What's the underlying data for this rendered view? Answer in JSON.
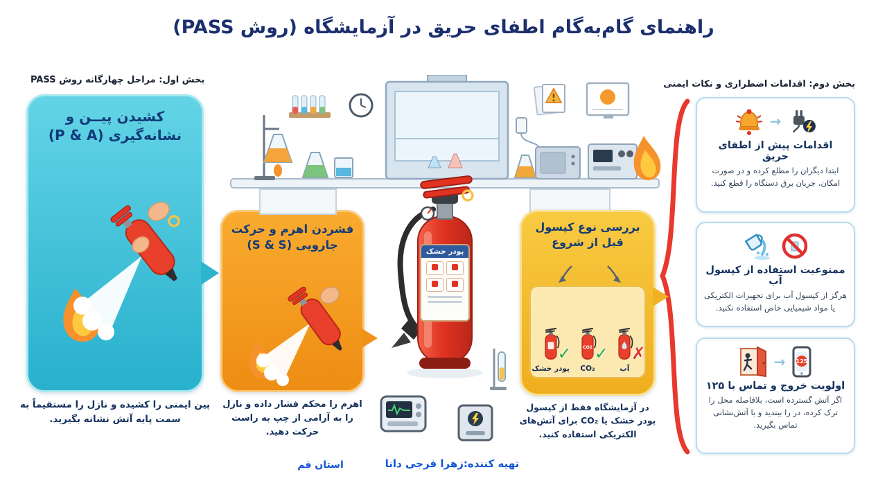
{
  "title": "راهنمای گام‌به‌گام اطفای حریق در آزمایشگاه (روش PASS)",
  "sections": {
    "first": "بخش اول: مراحل چهارگانه روش PASS",
    "second": "بخش دوم: اقدامات اضطراری و نکات ایمنی"
  },
  "pass_panels": {
    "pin": {
      "title_line1": "کشیدن پیــن و",
      "title_line2": "نشانه‌گیری (P & A)",
      "caption": "پین ایمنی را کشیده و نازل را مستقیماً به سمت پایه آتش نشانه بگیرید."
    },
    "squeeze": {
      "title_line1": "فشردن اهرم و حرکت",
      "title_line2": "جارویی (S & S)",
      "caption": "اهرم را محکم فشار داده و نازل را به آرامی از چپ به راست حرکت دهید."
    }
  },
  "check_panel": {
    "title_line1": "بررسی نوع کپسول",
    "title_line2": "قبل از شروع",
    "items": [
      {
        "label": "پودر خشک",
        "mark": "✓"
      },
      {
        "label": "CO₂",
        "mark": "✓",
        "body_label": "CO2"
      },
      {
        "label": "آب",
        "mark": "✗"
      }
    ],
    "caption": "در آزمایشگاه فقط از کپسول پودر خشک یا CO₂ برای آتش‌های الکتریکی استفاده کنید."
  },
  "extinguisher": {
    "label": "پودر خشک"
  },
  "safety_boxes": [
    {
      "title": "اقدامات پیش از اطفای حریق",
      "text": "ابتدا دیگران را مطلع کرده و در صورت امکان، جریان برق دستگاه را قطع کنید."
    },
    {
      "title": "ممنوعیت استفاده از کپسول آب",
      "text": "هرگز از کپسول آب برای تجهیزات الکتریکی یا مواد شیمیایی خاص استفاده نکنید."
    },
    {
      "title": "اولویت خروج و تماس با ۱۲۵",
      "text": "اگر آتش گسترده است، بلافاصله محل را ترک کرده، در را ببندید و با آتش‌نشانی تماس بگیرید."
    }
  ],
  "phone_display": "125",
  "footer": {
    "credit": "تهیه کننده:زهرا فرجی دانا",
    "province": "استان قم"
  },
  "colors": {
    "accent_red": "#e8392e",
    "cyan": "#2db4cf",
    "orange": "#f49a1f",
    "yellow": "#f0b224",
    "navy": "#15325f",
    "footer_blue": "#1256d4"
  }
}
